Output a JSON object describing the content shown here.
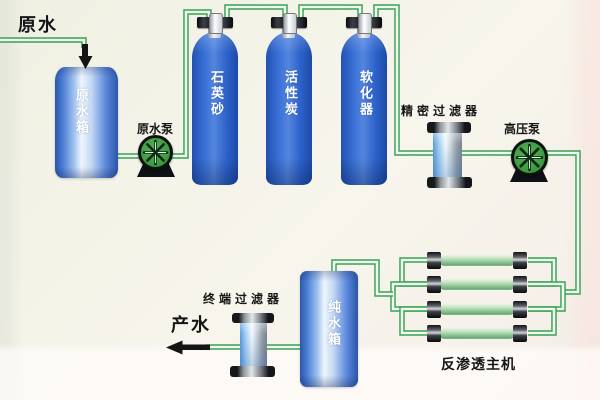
{
  "diagram": {
    "labels": {
      "raw_water": "原水",
      "raw_water_tank": "原水箱",
      "raw_water_pump": "原水泵",
      "tank_quartz_sand": "石英砂",
      "tank_activated_carbon": "活性炭",
      "tank_softener": "软化器",
      "precision_filter": "精密过滤器",
      "high_pressure_pump": "高压泵",
      "ro_main_unit": "反渗透主机",
      "pure_water_tank": "纯水箱",
      "terminal_filter": "终端过滤器",
      "product_water": "产水"
    },
    "flow_order": [
      "原水",
      "原水箱",
      "原水泵",
      "石英砂",
      "活性炭",
      "软化器",
      "精密过滤器",
      "高压泵",
      "反渗透主机",
      "纯水箱",
      "终端过滤器",
      "产水"
    ],
    "colors": {
      "pipe_green": "#38a156",
      "tank_blue": "#2e63cc",
      "pump_green": "#3f9c45",
      "ro_tube_green": "#8fc697",
      "cap_black": "#141518",
      "label_text": "#151515",
      "tank_label_text": "#ffffff"
    }
  }
}
